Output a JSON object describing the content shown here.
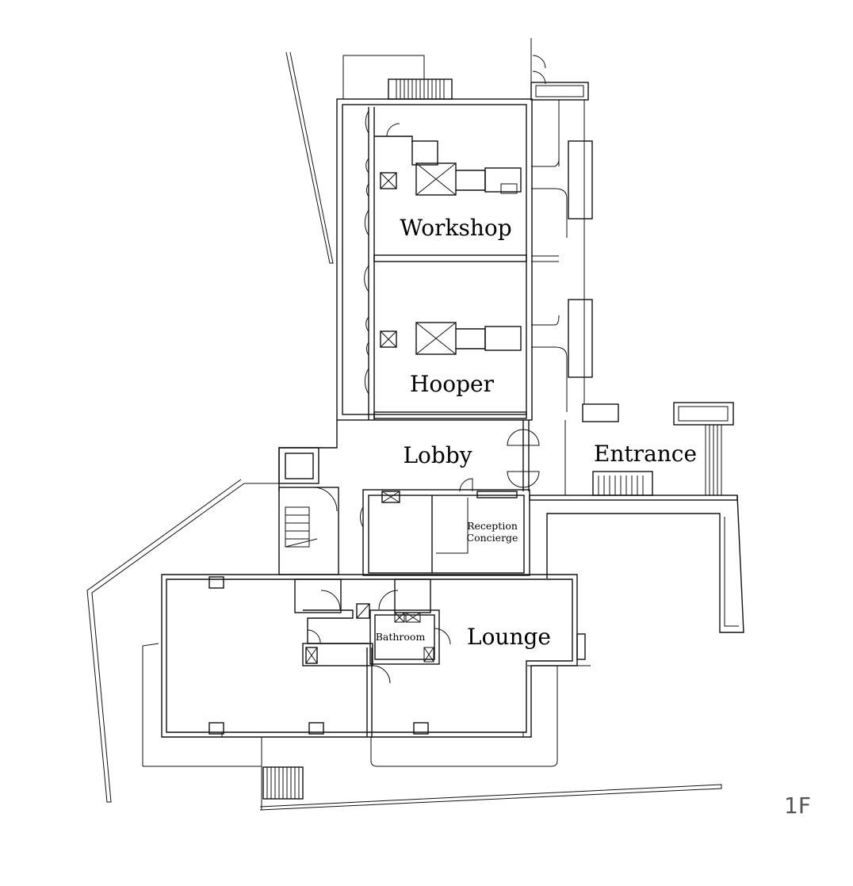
{
  "floor_label": "1F",
  "rooms": {
    "workshop": "Workshop",
    "hooper": "Hooper",
    "lobby": "Lobby",
    "entrance": "Entrance",
    "reception_line1": "Reception",
    "reception_line2": "Concierge",
    "bathroom": "Bathroom",
    "lounge": "Lounge"
  }
}
